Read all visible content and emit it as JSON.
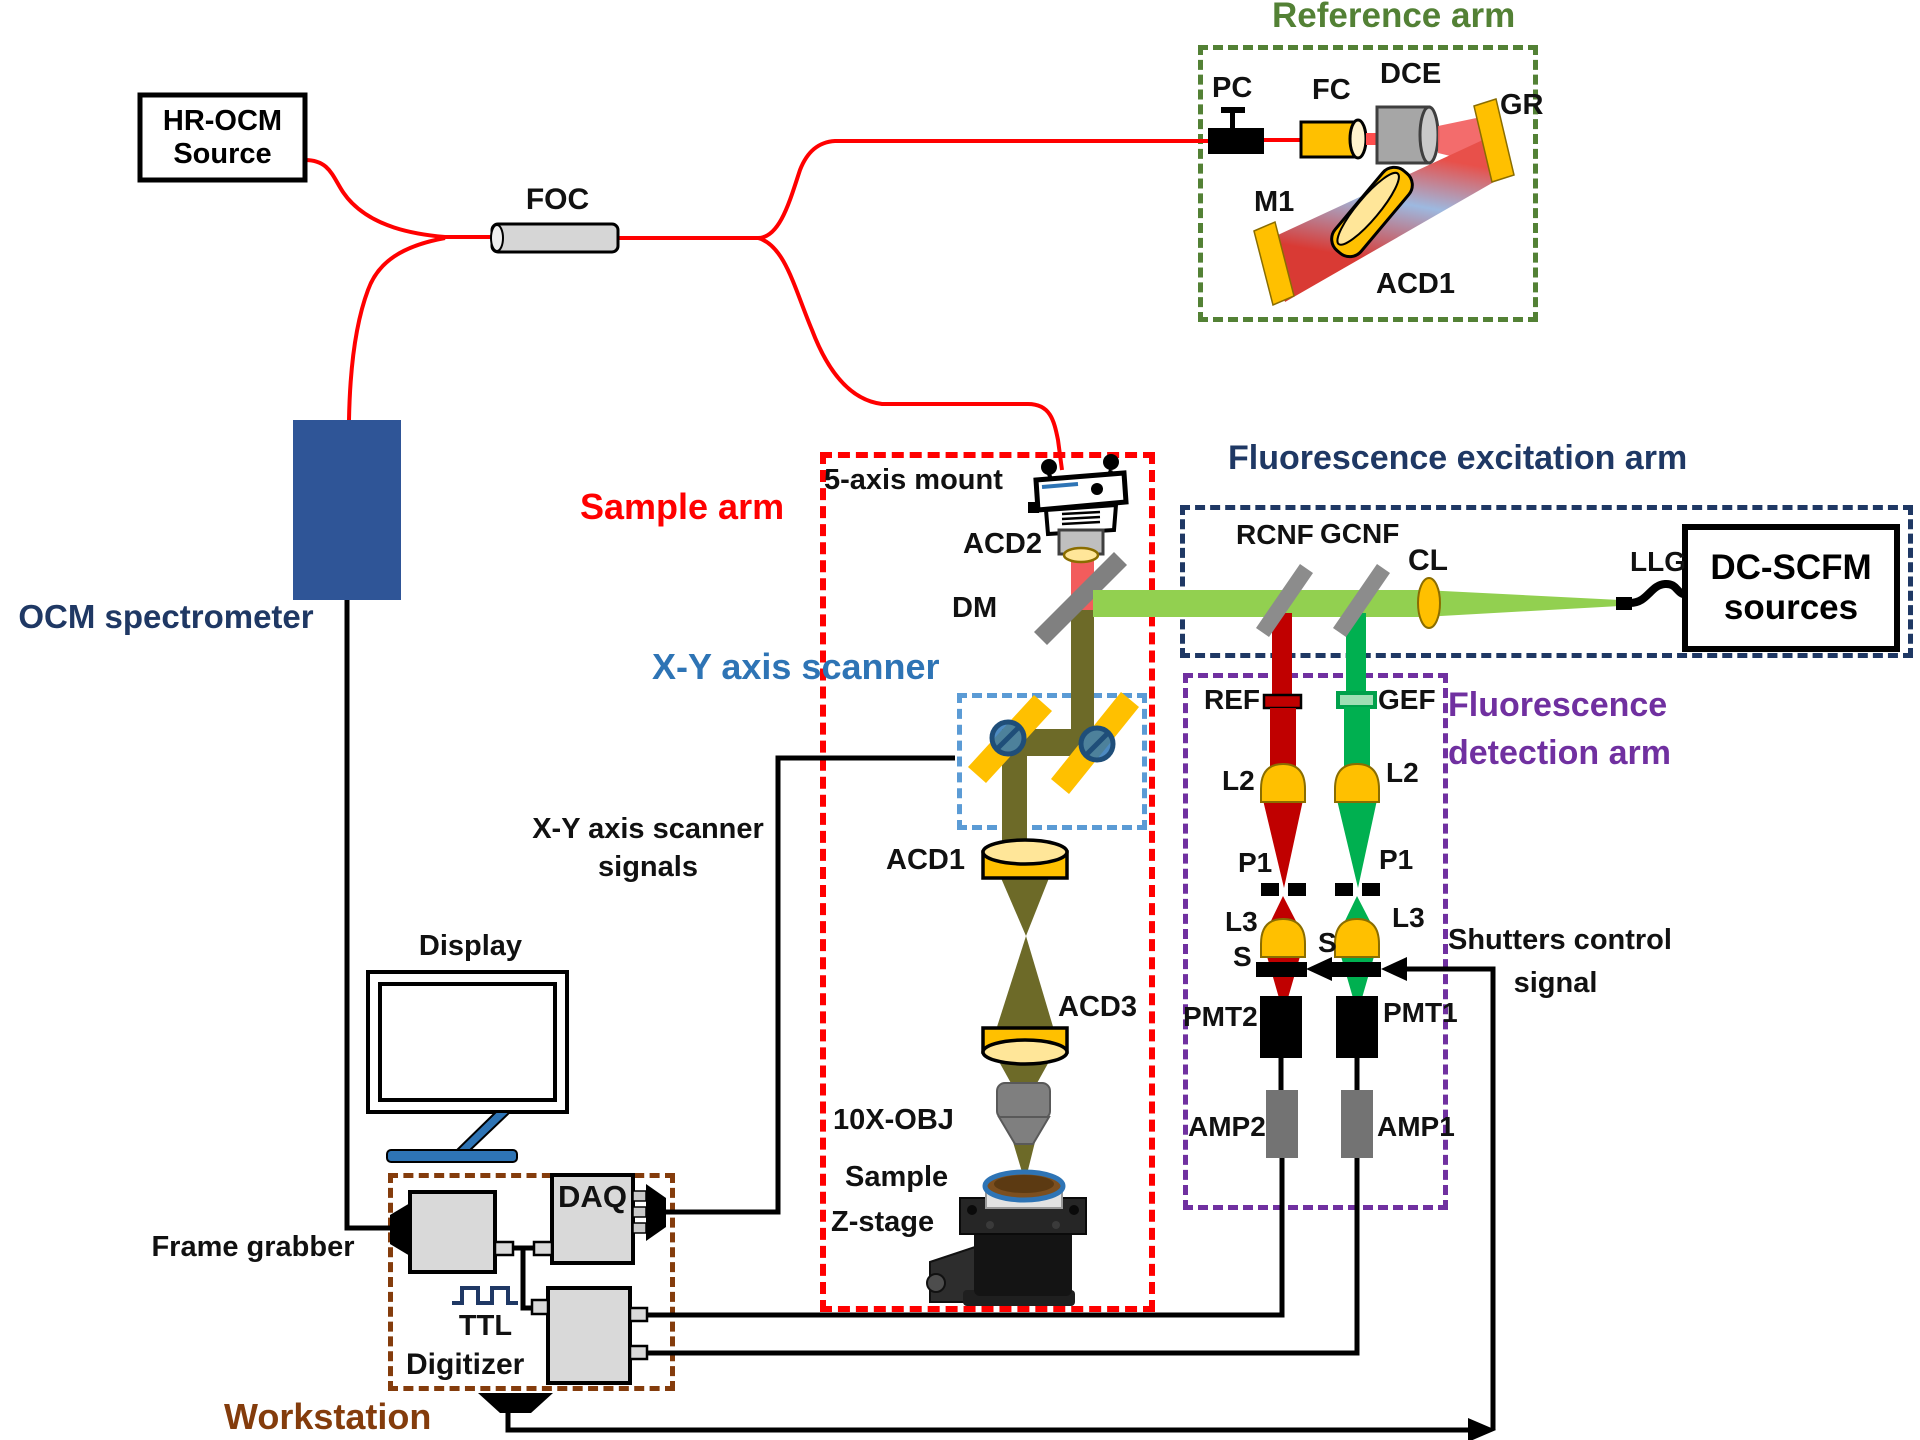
{
  "colors": {
    "fiber_red": "#ff0000",
    "sample_arm_red": "#ff0000",
    "reference_green": "#538135",
    "excitation_navy": "#1f3864",
    "detection_purple": "#7030a0",
    "scanner_blue": "#5b9bd5",
    "scanner_title_blue": "#2e74b5",
    "workstation_brown": "#843c0c",
    "excitation_beam_green": "#92d050",
    "detection_beam_green": "#00b050",
    "detection_beam_red": "#c00000",
    "oct_beam_olive": "#6d6a28",
    "optic_yellow": "#ffc000",
    "spectrometer_blue": "#2f5597"
  },
  "source_box": {
    "line1": "HR-OCM",
    "line2": "Source"
  },
  "foc_label": "FOC",
  "spectrometer_label": "OCM spectrometer",
  "reference_arm": {
    "title": "Reference arm",
    "pc": "PC",
    "fc": "FC",
    "dce": "DCE",
    "gr": "GR",
    "m1": "M1",
    "acd1": "ACD1"
  },
  "sample_arm": {
    "title": "Sample arm",
    "mount": "5-axis mount",
    "acd2": "ACD2",
    "dm": "DM",
    "acd1": "ACD1",
    "acd3": "ACD3",
    "objective": "10X-OBJ",
    "sample_line1": "Sample",
    "sample_line2": "Z-stage"
  },
  "scanner": {
    "title": "X-Y axis scanner",
    "signals_line1": "X-Y axis scanner",
    "signals_line2": "signals"
  },
  "excitation_arm": {
    "title": "Fluorescence excitation arm",
    "rcnf": "RCNF",
    "gcnf": "GCNF",
    "cl": "CL",
    "llg": "LLG",
    "sources_line1": "DC-SCFM",
    "sources_line2": "sources"
  },
  "detection_arm": {
    "title_line1": "Fluorescence",
    "title_line2": "detection arm",
    "ref": "REF",
    "gef": "GEF",
    "l2": "L2",
    "p1": "P1",
    "l3": "L3",
    "s": "S",
    "pmt2": "PMT2",
    "pmt1": "PMT1",
    "amp2": "AMP2",
    "amp1": "AMP1"
  },
  "shutters": {
    "line1": "Shutters control",
    "line2": "signal"
  },
  "workstation": {
    "title": "Workstation",
    "display": "Display",
    "frame_grabber": "Frame grabber",
    "daq": "DAQ",
    "ttl": "TTL",
    "digitizer": "Digitizer"
  }
}
